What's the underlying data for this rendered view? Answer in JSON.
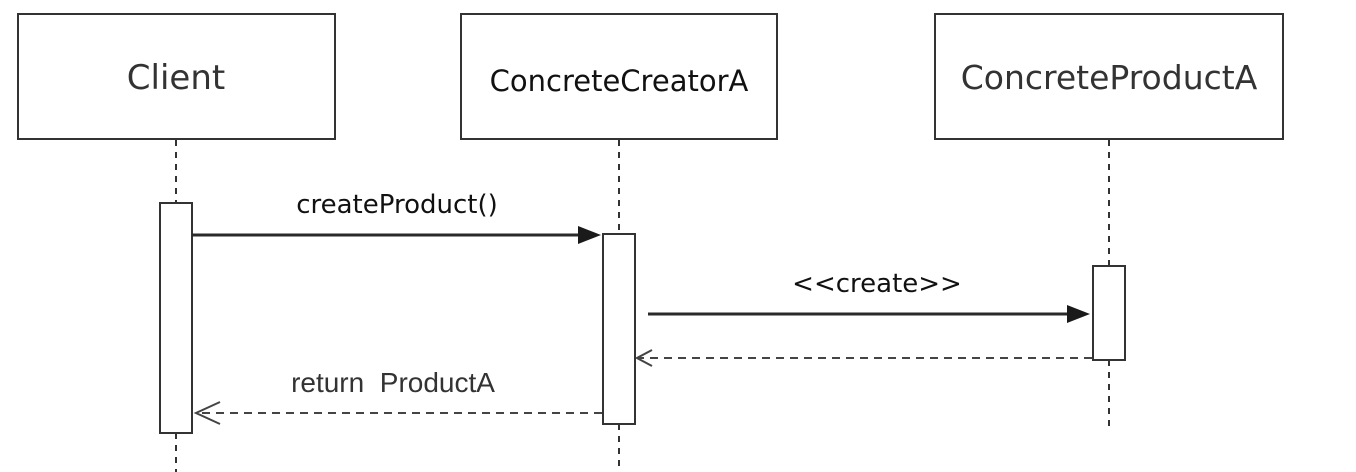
{
  "participants": {
    "client": "Client",
    "creator": "ConcreteCreatorA",
    "product": "ConcreteProductA"
  },
  "messages": {
    "create_product": "createProduct()",
    "create_stereotype": "<<create>>",
    "return_product": "return  ProductA"
  },
  "colors": {
    "line": "#333333",
    "background": "#ffffff"
  }
}
